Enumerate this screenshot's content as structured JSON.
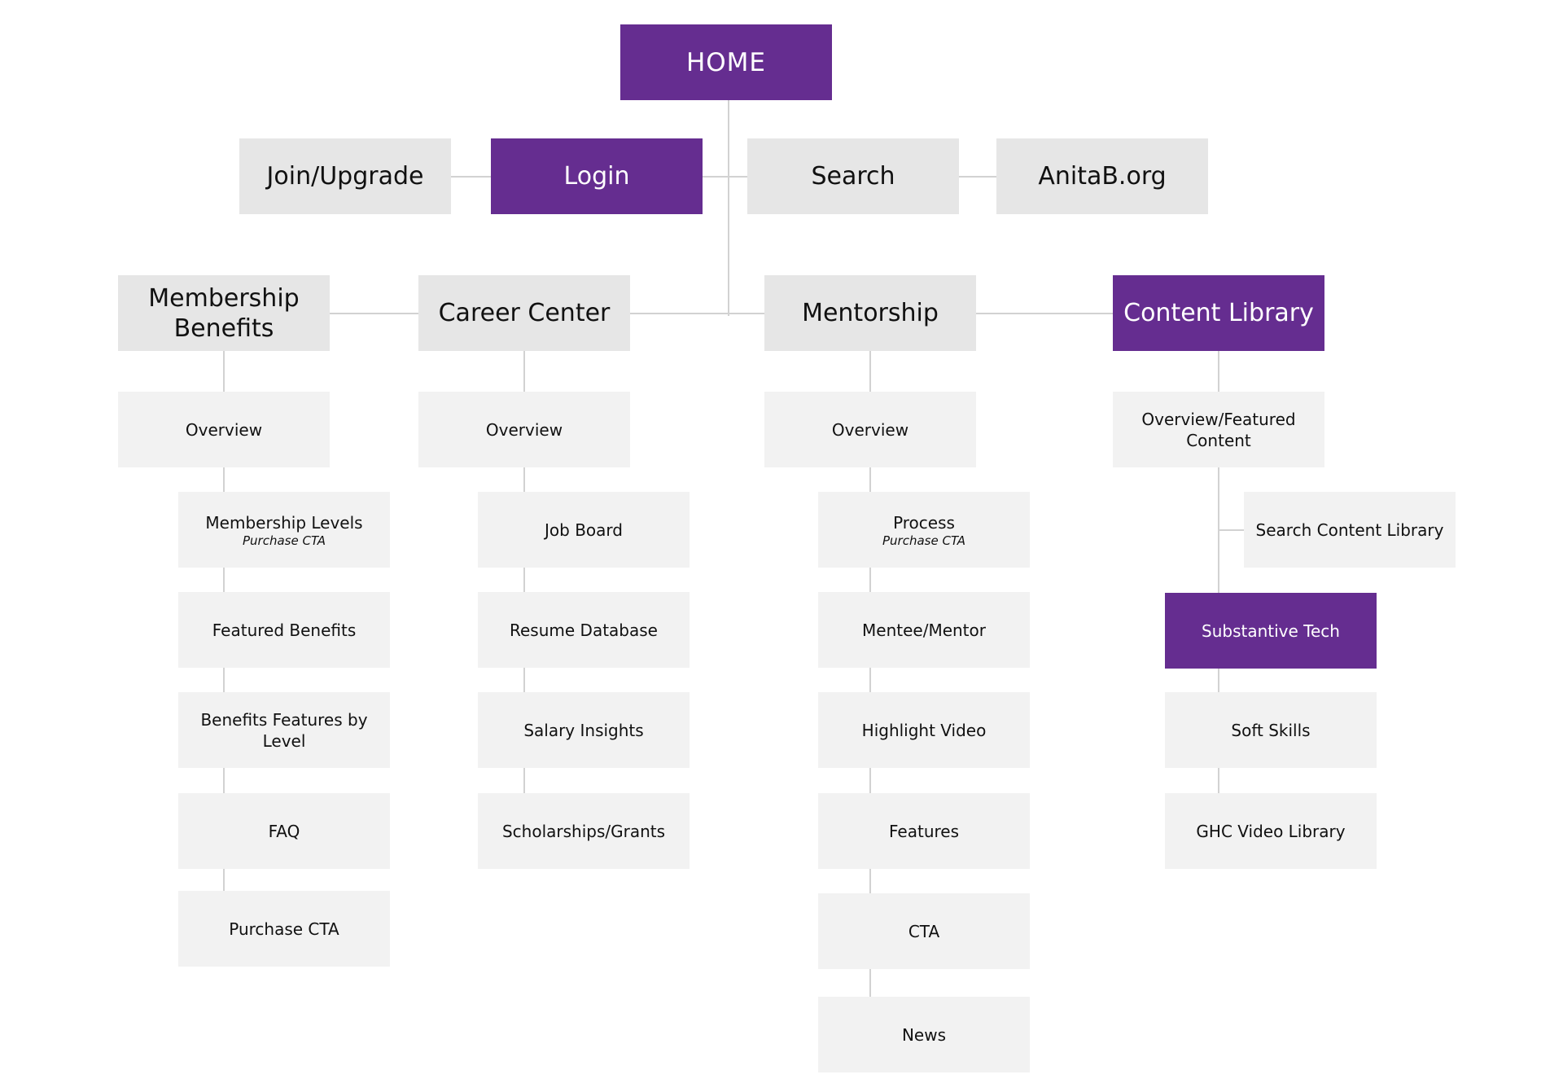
{
  "home": "HOME",
  "top_row": {
    "join": "Join/Upgrade",
    "login": "Login",
    "search": "Search",
    "anita": "AnitaB.org"
  },
  "sections": {
    "membership": {
      "title_line1": "Membership",
      "title_line2": "Benefits",
      "overview": "Overview",
      "children": [
        {
          "label": "Membership Levels",
          "sub": "Purchase CTA"
        },
        {
          "label": "Featured Benefits"
        },
        {
          "label_line1": "Benefits Features by",
          "label_line2": "Level"
        },
        {
          "label": "FAQ"
        },
        {
          "label": "Purchase CTA"
        }
      ]
    },
    "career": {
      "title": "Career Center",
      "overview": "Overview",
      "children": [
        {
          "label": "Job Board"
        },
        {
          "label": "Resume Database"
        },
        {
          "label": "Salary Insights"
        },
        {
          "label": "Scholarships/Grants"
        }
      ]
    },
    "mentorship": {
      "title": "Mentorship",
      "overview": "Overview",
      "children": [
        {
          "label": "Process",
          "sub": "Purchase CTA"
        },
        {
          "label": "Mentee/Mentor"
        },
        {
          "label": "Highlight Video"
        },
        {
          "label": "Features"
        },
        {
          "label": "CTA"
        },
        {
          "label": "News"
        }
      ]
    },
    "content_library": {
      "title": "Content Library",
      "overview_line1": "Overview/Featured",
      "overview_line2": "Content",
      "search": "Search Content Library",
      "children": [
        {
          "label": "Substantive Tech"
        },
        {
          "label": "Soft Skills"
        },
        {
          "label": "GHC Video Library"
        }
      ]
    }
  },
  "colors": {
    "accent": "#652d90",
    "primary_box": "#e6e6e6",
    "secondary_box": "#f2f2f2",
    "connector": "#d2d2d2"
  }
}
